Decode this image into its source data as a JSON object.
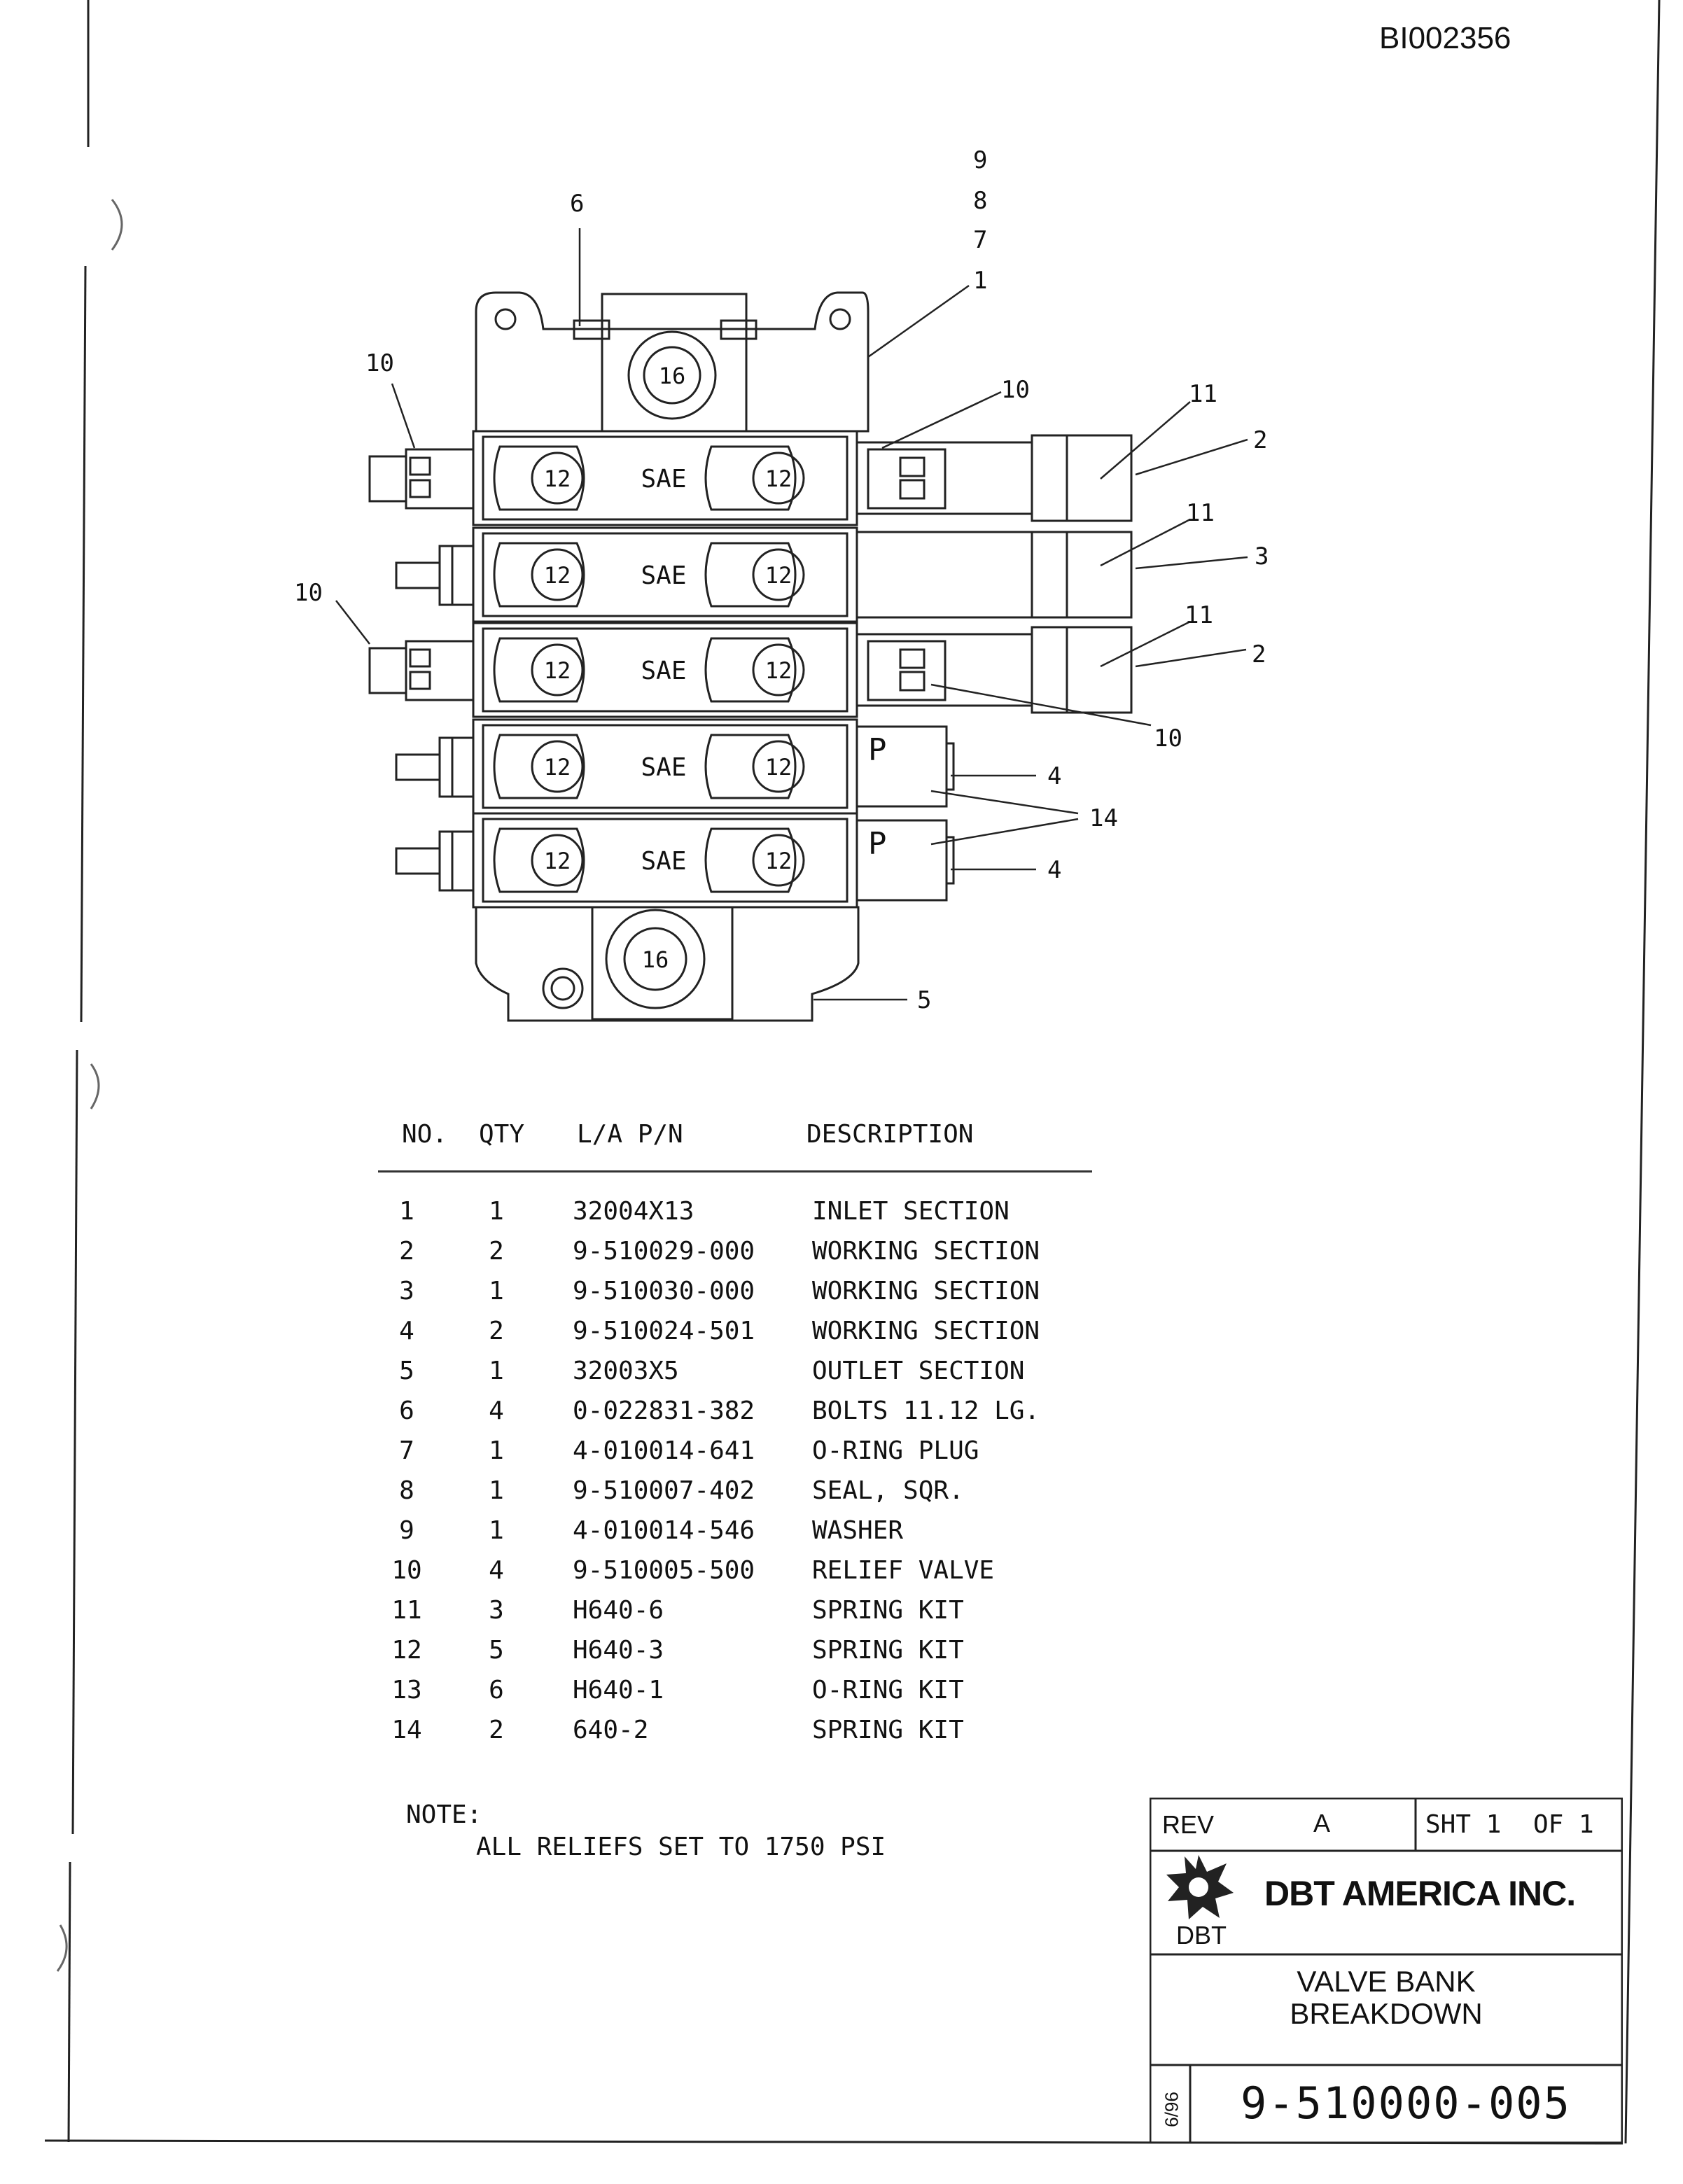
{
  "document_id": "BI002356",
  "diagram": {
    "callouts": [
      "1",
      "2",
      "3",
      "4",
      "5",
      "6",
      "7",
      "8",
      "9",
      "10",
      "11",
      "14"
    ],
    "port_label": "SAE",
    "port_size_inlet": "16",
    "port_size_work": "12",
    "pressure_mark": "P"
  },
  "parts_table": {
    "headers": [
      "NO.",
      "QTY",
      "L/A P/N",
      "DESCRIPTION"
    ],
    "rows": [
      {
        "no": "1",
        "qty": "1",
        "pn": "32004X13",
        "desc": "INLET  SECTION"
      },
      {
        "no": "2",
        "qty": "2",
        "pn": "9-510029-000",
        "desc": "WORKING  SECTION"
      },
      {
        "no": "3",
        "qty": "1",
        "pn": "9-510030-000",
        "desc": "WORKING  SECTION"
      },
      {
        "no": "4",
        "qty": "2",
        "pn": "9-510024-501",
        "desc": "WORKING  SECTION"
      },
      {
        "no": "5",
        "qty": "1",
        "pn": "32003X5",
        "desc": "OUTLET  SECTION"
      },
      {
        "no": "6",
        "qty": "4",
        "pn": "0-022831-382",
        "desc": "BOLTS  11.12  LG."
      },
      {
        "no": "7",
        "qty": "1",
        "pn": "4-010014-641",
        "desc": "O-RING  PLUG"
      },
      {
        "no": "8",
        "qty": "1",
        "pn": "9-510007-402",
        "desc": "SEAL,  SQR."
      },
      {
        "no": "9",
        "qty": "1",
        "pn": "4-010014-546",
        "desc": "WASHER"
      },
      {
        "no": "10",
        "qty": "4",
        "pn": "9-510005-500",
        "desc": "RELIEF  VALVE"
      },
      {
        "no": "11",
        "qty": "3",
        "pn": "H640-6",
        "desc": "SPRING  KIT"
      },
      {
        "no": "12",
        "qty": "5",
        "pn": "H640-3",
        "desc": "SPRING  KIT"
      },
      {
        "no": "13",
        "qty": "6",
        "pn": "H640-1",
        "desc": "O-RING  KIT"
      },
      {
        "no": "14",
        "qty": "2",
        "pn": "640-2",
        "desc": "SPRING  KIT"
      }
    ]
  },
  "note": {
    "label": "NOTE:",
    "text": "ALL  RELIEFS  SET  TO  1750  PSI"
  },
  "title_block": {
    "rev_label": "REV",
    "rev_value": "A",
    "sheet_label": "SHT 1",
    "of_label": "OF  1",
    "company": "DBT AMERICA INC.",
    "logo_text": "DBT",
    "title_line1": "VALVE  BANK",
    "title_line2": "BREAKDOWN",
    "date": "6/96",
    "drawing_number": "9-510000-005"
  },
  "colors": {
    "ink": "#111111",
    "paper": "#ffffff"
  }
}
